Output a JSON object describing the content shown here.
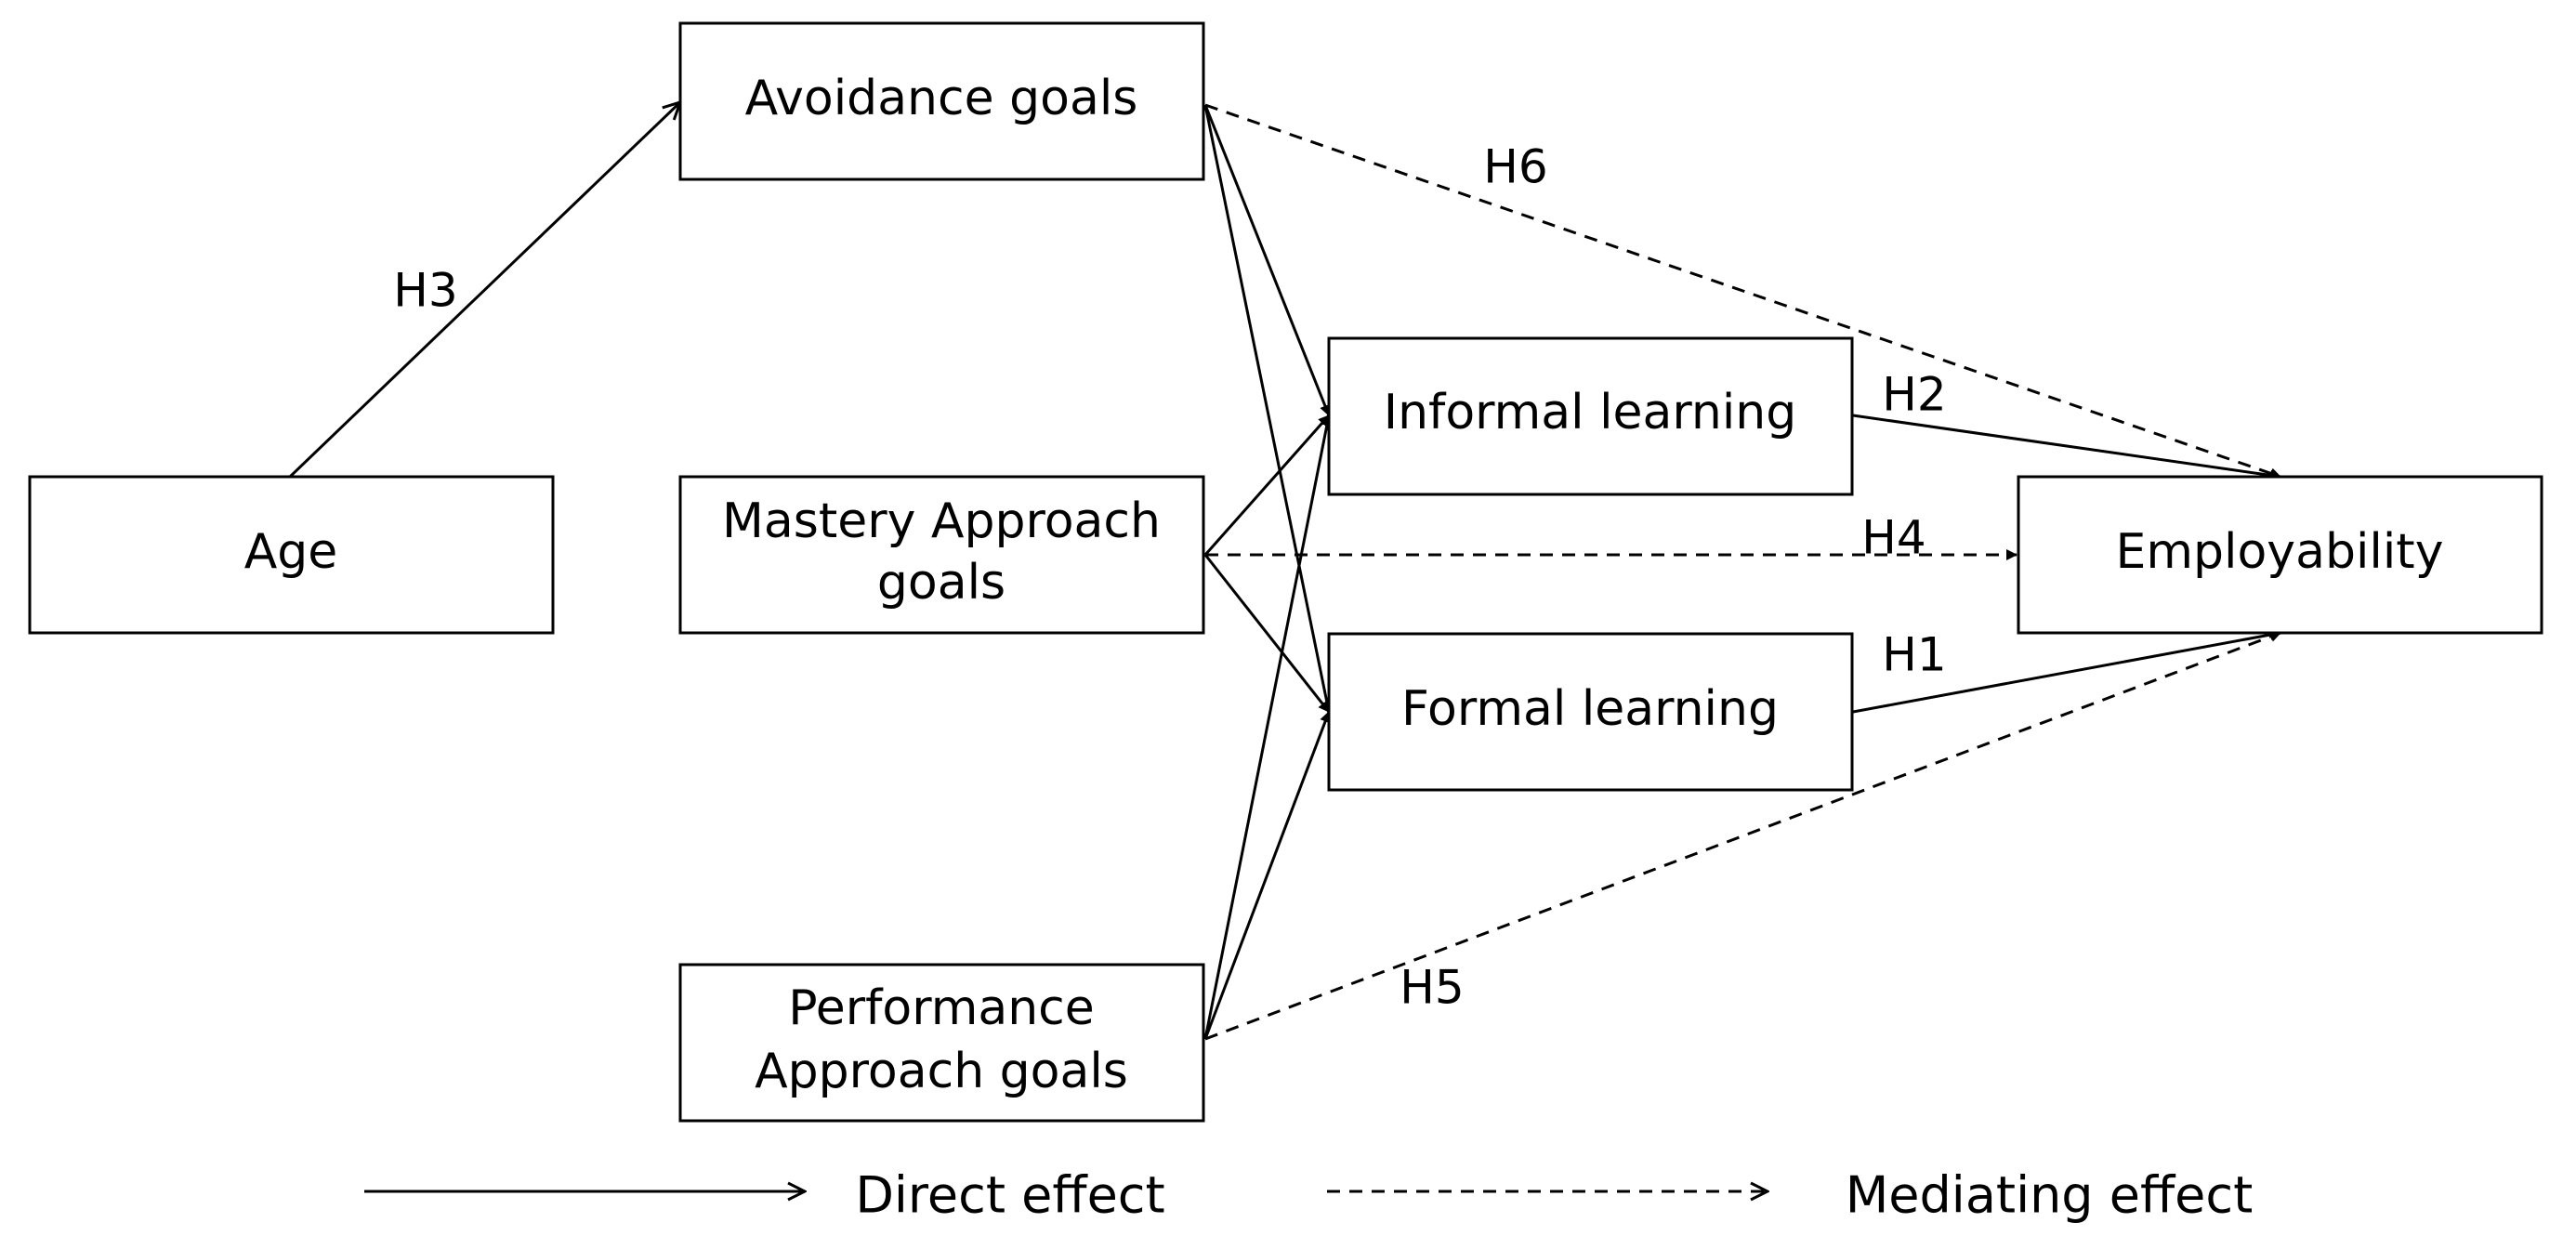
{
  "nodes": {
    "age": "Age",
    "avoidance": "Avoidance goals",
    "mastery": [
      "Mastery Approach",
      "goals"
    ],
    "performance": [
      "Performance",
      "Approach goals"
    ],
    "informal": "Informal learning",
    "formal": "Formal learning",
    "employability": "Employability"
  },
  "hypotheses": {
    "h1": "H1",
    "h2": "H2",
    "h3": "H3",
    "h4": "H4",
    "h5": "H5",
    "h6": "H6"
  },
  "legend": {
    "direct": "Direct effect",
    "mediating": "Mediating effect"
  }
}
